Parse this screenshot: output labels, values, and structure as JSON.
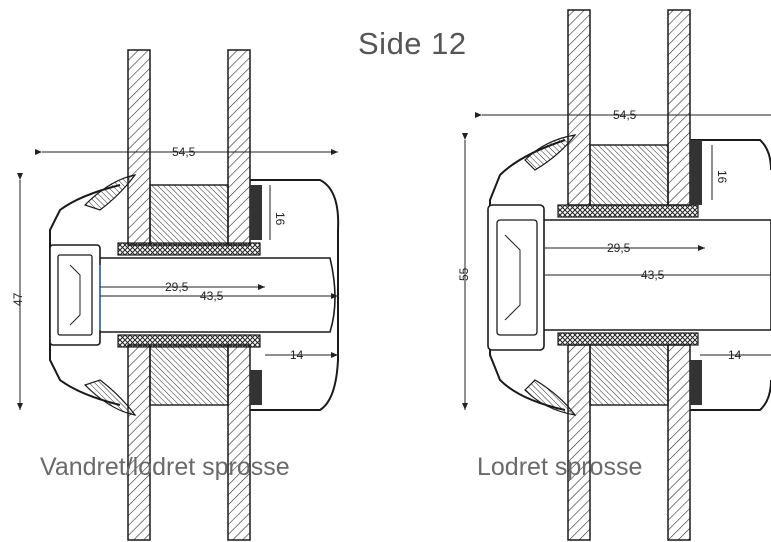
{
  "title": "Side 12",
  "left_view": {
    "caption": "Vandret/lodret sprosse",
    "dims": {
      "width_outer": "54,5",
      "height_left": "47",
      "glass_height": "16",
      "inner_1": "29,5",
      "inner_2": "43,5",
      "bottom": "14"
    }
  },
  "right_view": {
    "caption": "Lodret sprosse",
    "dims": {
      "width_outer": "54,5",
      "height_left": "55",
      "glass_height": "16",
      "inner_1": "29,5",
      "inner_2": "43,5",
      "bottom": "14"
    }
  },
  "colors": {
    "ink": "#222222",
    "title": "#555555",
    "caption": "#6a6a6a",
    "gasket": "#333333",
    "accent_blue": "#4a7fb5"
  }
}
